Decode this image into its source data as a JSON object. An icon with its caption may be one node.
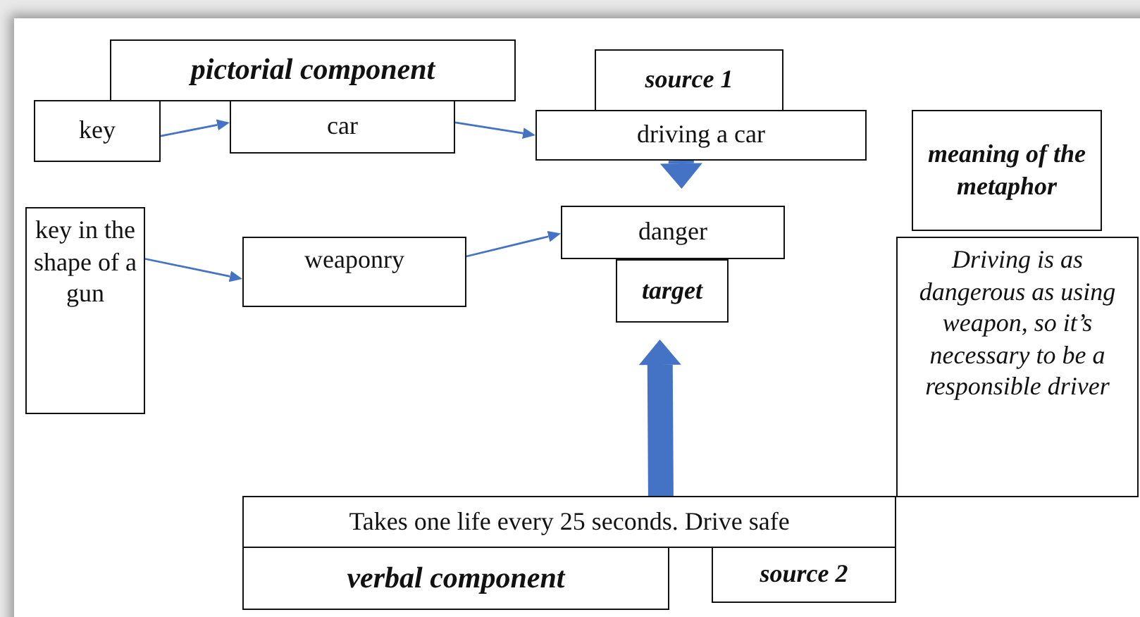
{
  "diagram": {
    "nodes": [
      {
        "text": [
          "pictorial component"
        ]
      },
      {
        "text": [
          "key"
        ]
      },
      {
        "text": [
          "car"
        ]
      },
      {
        "text": [
          "source 1"
        ]
      },
      {
        "text": [
          "driving a car"
        ]
      },
      {
        "text": [
          "meaning of the metaphor"
        ]
      },
      {
        "text": [
          "key in the shape of a gun"
        ]
      },
      {
        "text": [
          "weaponry"
        ]
      },
      {
        "text": [
          "danger"
        ]
      },
      {
        "text": [
          "target"
        ]
      },
      {
        "text": [
          "Driving is as dangerous as using weapon, so it’s necessary to be a responsible driver"
        ]
      },
      {
        "text": [
          "Takes one life every 25 seconds. Drive safe"
        ]
      },
      {
        "text": [
          "verbal component"
        ]
      },
      {
        "text": [
          "source 2"
        ]
      }
    ],
    "edges": [
      {
        "from": 1,
        "to": 2,
        "arrow": "to"
      },
      {
        "from": 2,
        "to": 4,
        "arrow": "to"
      },
      {
        "from": 6,
        "to": 7,
        "arrow": "to"
      },
      {
        "from": 7,
        "to": 8,
        "arrow": "to"
      },
      {
        "from": 4,
        "to": 8,
        "arrow": "to",
        "style": "thick"
      },
      {
        "from": 11,
        "to": 9,
        "arrow": "to",
        "style": "thick"
      }
    ]
  }
}
